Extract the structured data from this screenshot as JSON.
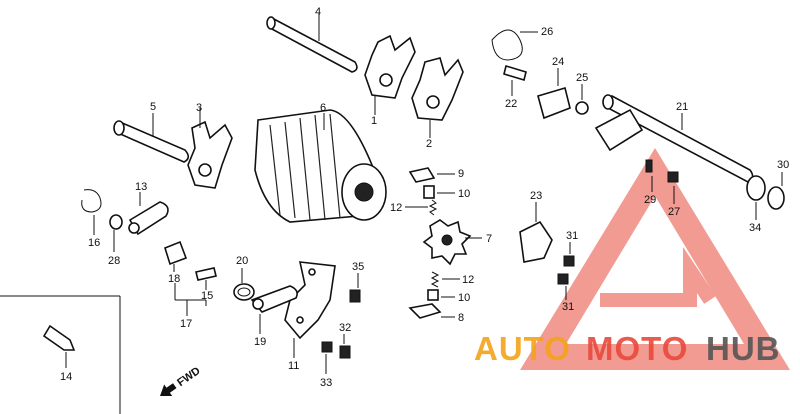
{
  "diagram": {
    "part_labels": {
      "p1": "1",
      "p2": "2",
      "p3": "3",
      "p4": "4",
      "p5": "5",
      "p6": "6",
      "p7": "7",
      "p8": "8",
      "p9": "9",
      "p10a": "10",
      "p10b": "10",
      "p11": "11",
      "p12a": "12",
      "p12b": "12",
      "p13": "13",
      "p14": "14",
      "p15": "15",
      "p16": "16",
      "p17": "17",
      "p18": "18",
      "p19": "19",
      "p20": "20",
      "p21": "21",
      "p22": "22",
      "p23": "23",
      "p24": "24",
      "p25": "25",
      "p26": "26",
      "p27": "27",
      "p28": "28",
      "p29": "29",
      "p30": "30",
      "p31a": "31",
      "p31b": "31",
      "p32": "32",
      "p33": "33",
      "p34": "34",
      "p35": "35"
    },
    "direction_label": "FWD"
  },
  "watermark": {
    "auto": "AUTO",
    "moto": "MOTO",
    "hub": "HUB",
    "colors": {
      "orange": "#f5a31a",
      "red": "#e84a3c",
      "gray": "#555555",
      "triangle": "#e84a3c"
    }
  }
}
